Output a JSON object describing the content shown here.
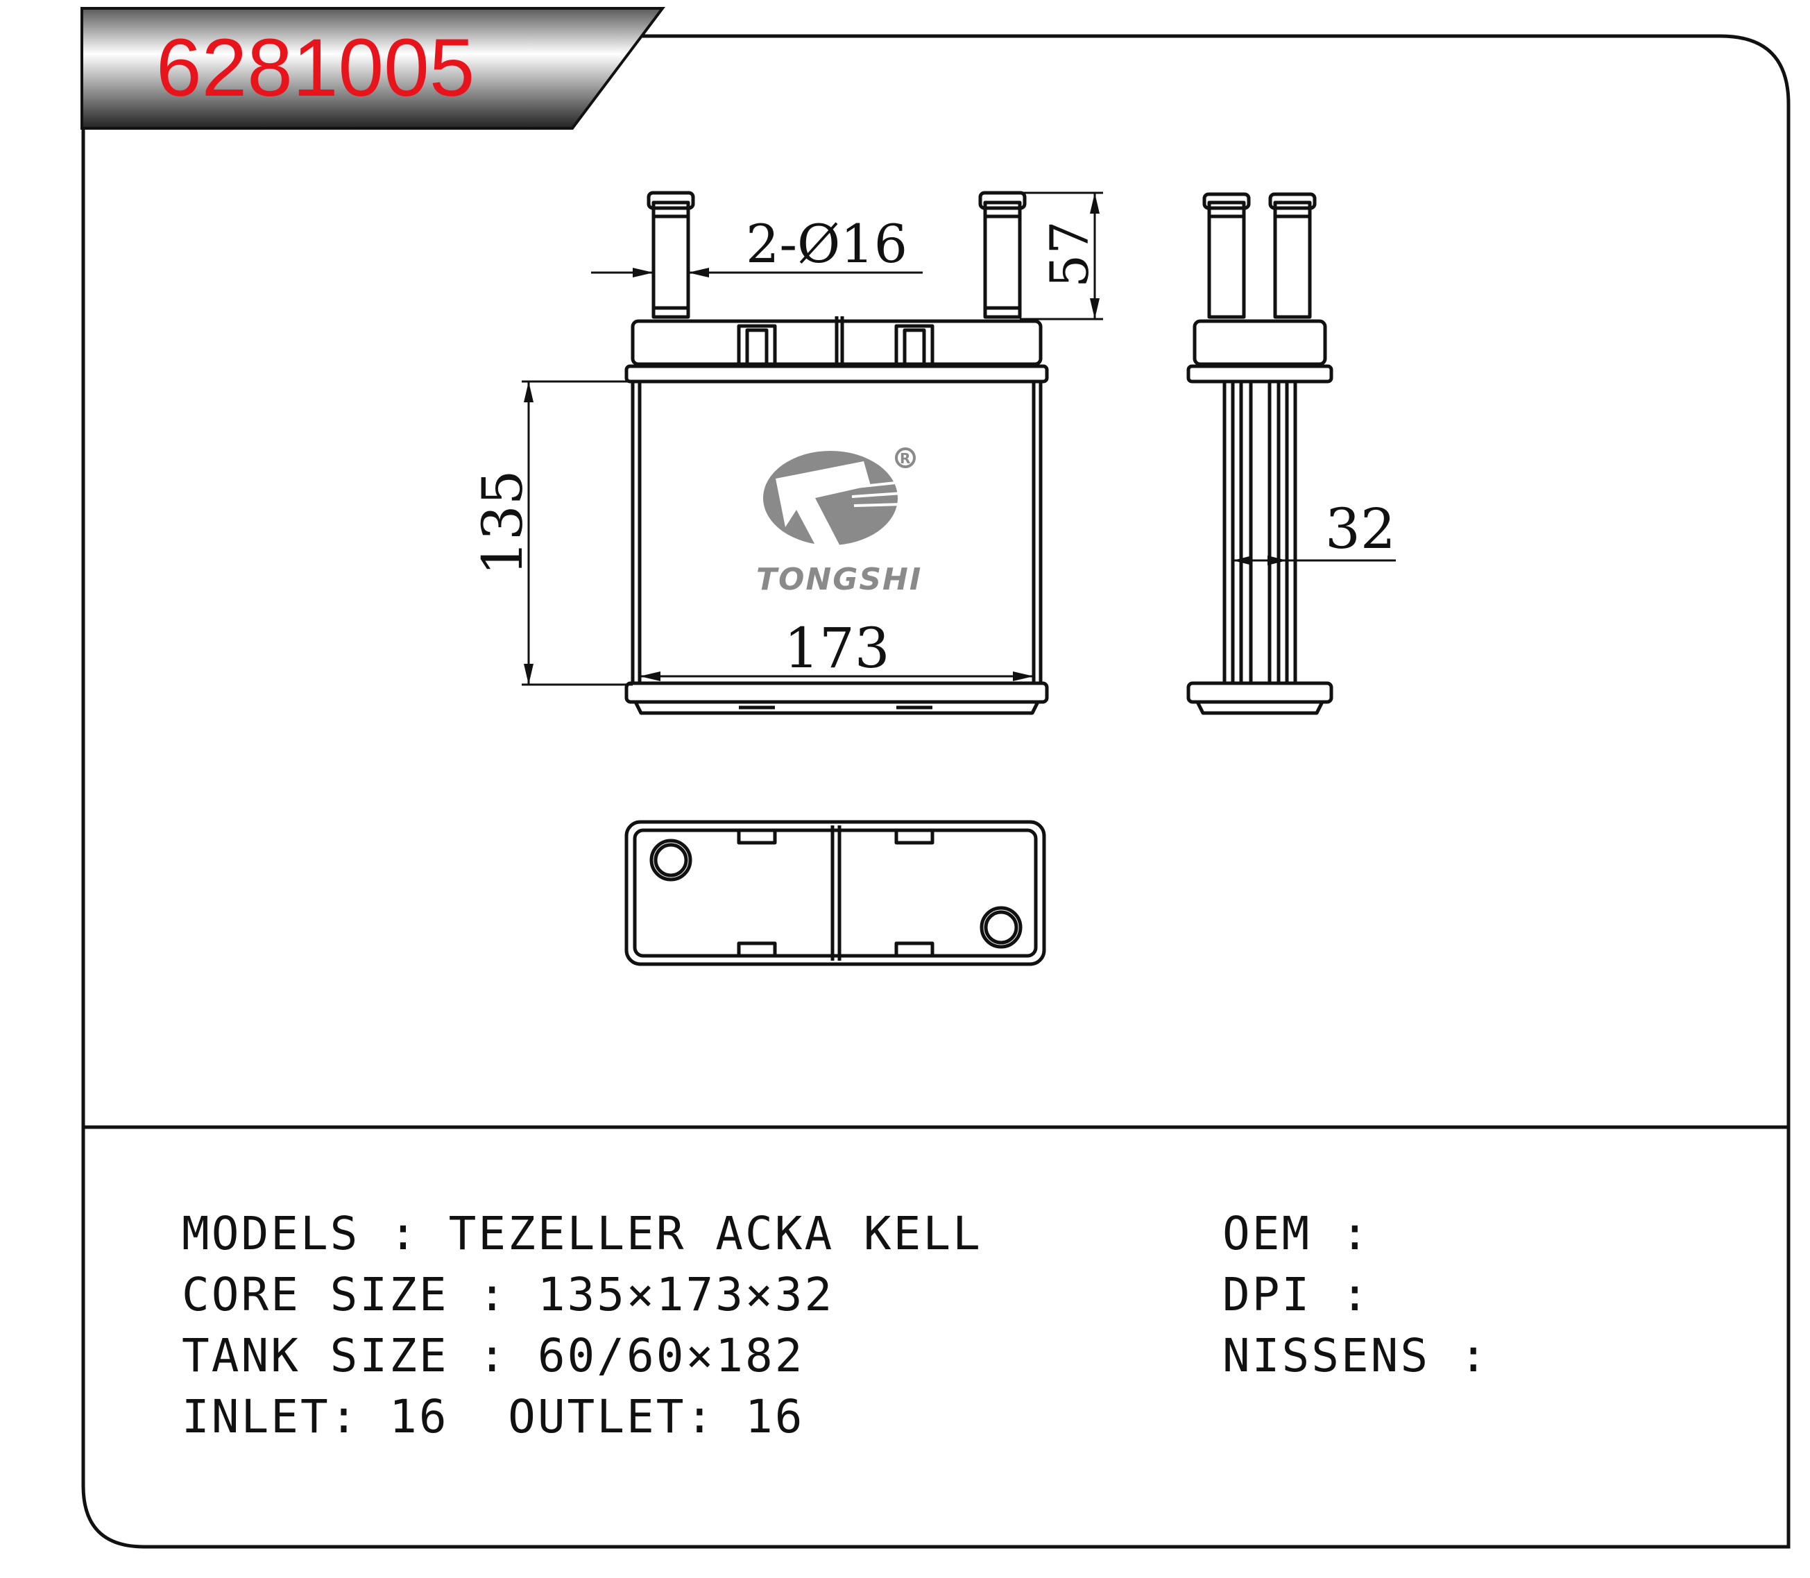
{
  "part_number": "6281005",
  "colors": {
    "part_number": "#e8141c",
    "ink": "#111111",
    "logo_gray": "#8a8a8a"
  },
  "brand": {
    "name": "TONGSHI",
    "registered_mark": "R"
  },
  "dimensions": {
    "pipe_label": "2-Ø16",
    "pipe_height": "57",
    "core_height": "135",
    "core_width": "173",
    "core_depth": "32"
  },
  "specs": {
    "models": "MODELS : TEZELLER ACKA KELL",
    "core_size": "CORE SIZE : 135×173×32",
    "tank_size": "TANK SIZE : 60/60×182",
    "inlet_outlet": "INLET: 16  OUTLET: 16",
    "oem": "OEM :",
    "dpi": "DPI :",
    "nissens": "NISSENS :"
  }
}
